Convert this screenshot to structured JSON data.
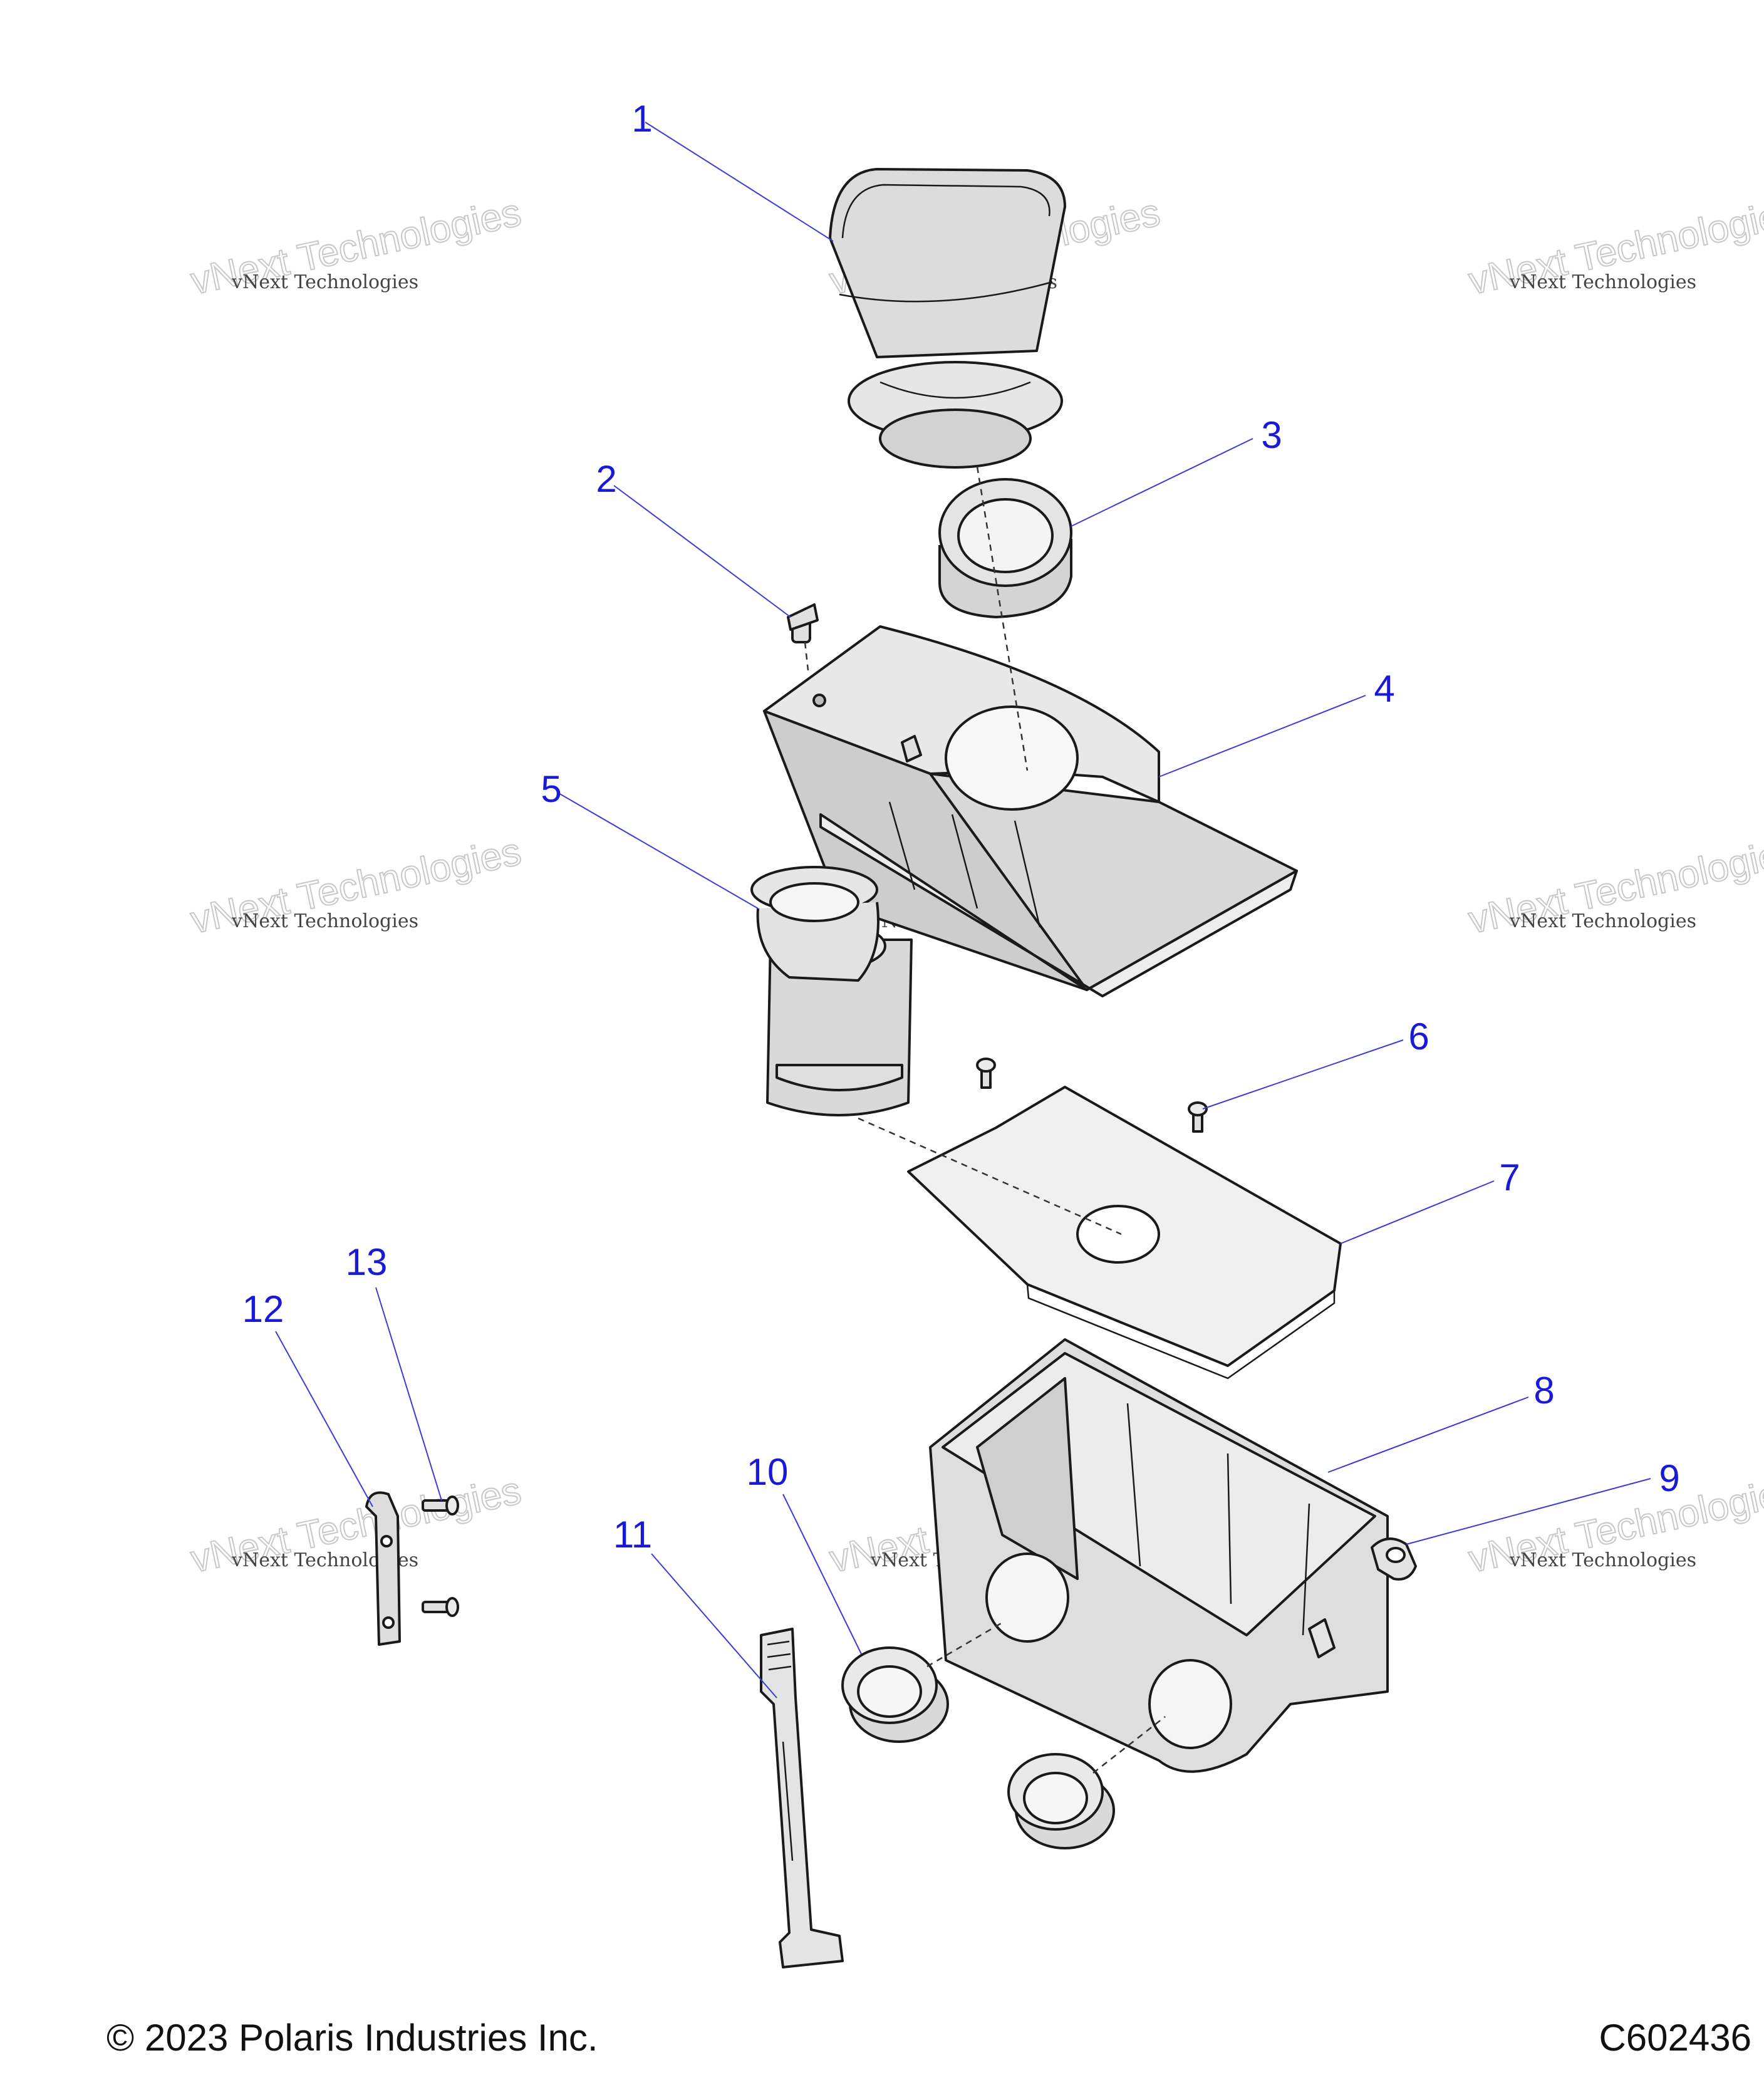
{
  "callouts": [
    "1",
    "2",
    "3",
    "4",
    "5",
    "6",
    "7",
    "8",
    "9",
    "10",
    "11",
    "12",
    "13"
  ],
  "watermark": {
    "big": "vNext Technologies",
    "small": "vNext Technologies"
  },
  "footer": {
    "copyright": "© 2023 Polaris Industries Inc.",
    "drawing_code": "C602436"
  },
  "colors": {
    "callout": "#1a1ad6",
    "part_fill": "#e2e2e2",
    "part_shade": "#c9c9c9"
  }
}
